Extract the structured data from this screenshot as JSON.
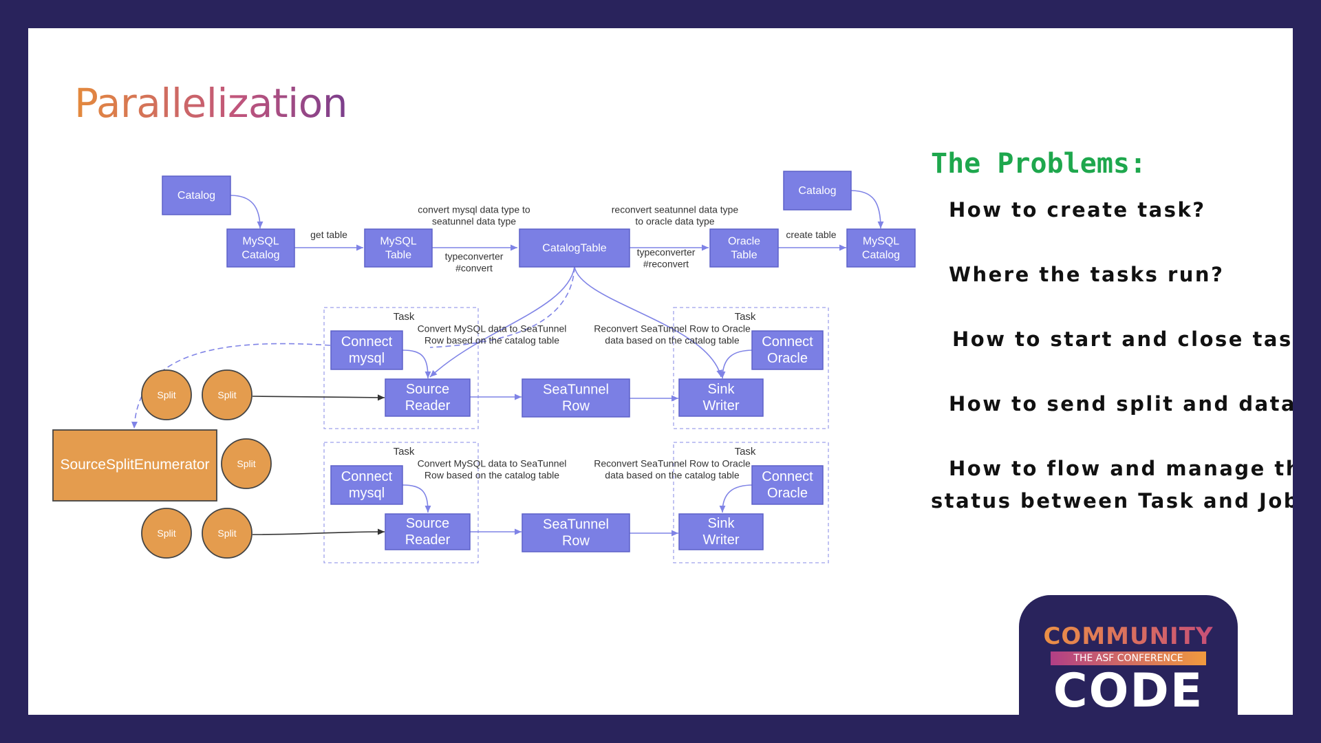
{
  "slide": {
    "title": "Parallelization"
  },
  "colors": {
    "node": "#7b7fe4",
    "node_border": "#5d61c8",
    "split": "#e49c4e",
    "enumerator": "#e49c4e",
    "edge": "#7f83e6",
    "task_border": "#9ea1ec",
    "problems_heading": "#1ea74d",
    "frame": "#29235c"
  },
  "diagram": {
    "nodes": {
      "catalog_left": "Catalog",
      "mysql_catalog_left": [
        "MySQL",
        "Catalog"
      ],
      "mysql_table": [
        "MySQL",
        "Table"
      ],
      "catalog_table": "CatalogTable",
      "oracle_table": [
        "Oracle",
        "Table"
      ],
      "catalog_right": "Catalog",
      "mysql_catalog_right": [
        "MySQL",
        "Catalog"
      ],
      "connect_mysql": [
        "Connect",
        "mysql"
      ],
      "source_reader": [
        "Source",
        "Reader"
      ],
      "seatunnel_row": [
        "SeaTunnel",
        "Row"
      ],
      "sink_writer": [
        "Sink",
        "Writer"
      ],
      "connect_oracle": [
        "Connect",
        "Oracle"
      ],
      "enumerator": "SourceSplitEnumerator",
      "split": "Split",
      "task": "Task"
    },
    "edge_labels": {
      "get_table": "get table",
      "convert_type": [
        "convert mysql data type to",
        "seatunnel data type"
      ],
      "typeconverter_convert": [
        "typeconverter",
        "#convert"
      ],
      "reconvert_type": [
        "reconvert seatunnel data type",
        "to oracle data type"
      ],
      "typeconverter_reconvert": [
        "typeconverter",
        "#reconvert"
      ],
      "create_table": "create table",
      "convert_rows": [
        "Convert MySQL data to SeaTunnel",
        "Row based on the catalog table"
      ],
      "reconvert_rows": [
        "Reconvert SeaTunnel Row to Oracle",
        "data based on the catalog table"
      ]
    }
  },
  "problems": {
    "heading": "The Problems:",
    "items": [
      "How to create task?",
      "Where the tasks run?",
      "How to start and close tasks?",
      "How to send split and data ?",
      "How to flow and manage the",
      "status between Task and Job?"
    ]
  },
  "logo": {
    "top": "COMMUNITY",
    "band": "THE ASF CONFERENCE",
    "bottom": "CODE"
  }
}
